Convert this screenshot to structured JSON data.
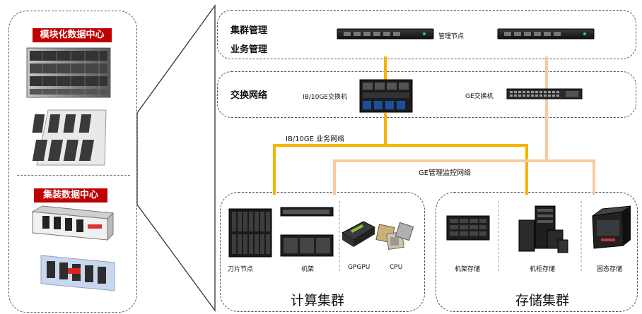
{
  "left_panel": {
    "modular_label": "模块化数据中心",
    "container_label": "集装数据中心"
  },
  "mgmt_zone": {
    "label_cluster": "集群管理",
    "label_business": "业务管理",
    "mgmt_node_label": "管理节点"
  },
  "switch_zone": {
    "title": "交换网络",
    "ib_switch_label": "IB/10GE交换机",
    "ge_switch_label": "GE交换机"
  },
  "networks": {
    "business_net": "IB/10GE 业务网络",
    "monitor_net": "GE管理监控网络"
  },
  "compute": {
    "title": "计算集群",
    "blade_label": "刀片节点",
    "rack_label": "机架",
    "gpgpu_label": "GPGPU",
    "cpu_label": "CPU"
  },
  "storage": {
    "title": "存储集群",
    "rack_storage_label": "机架存储",
    "cabinet_storage_label": "机柜存储",
    "ssd_storage_label": "固态存储"
  },
  "colors": {
    "business_line": "#f5b400",
    "monitor_line": "#f8c9a0",
    "label_red": "#c00000"
  }
}
